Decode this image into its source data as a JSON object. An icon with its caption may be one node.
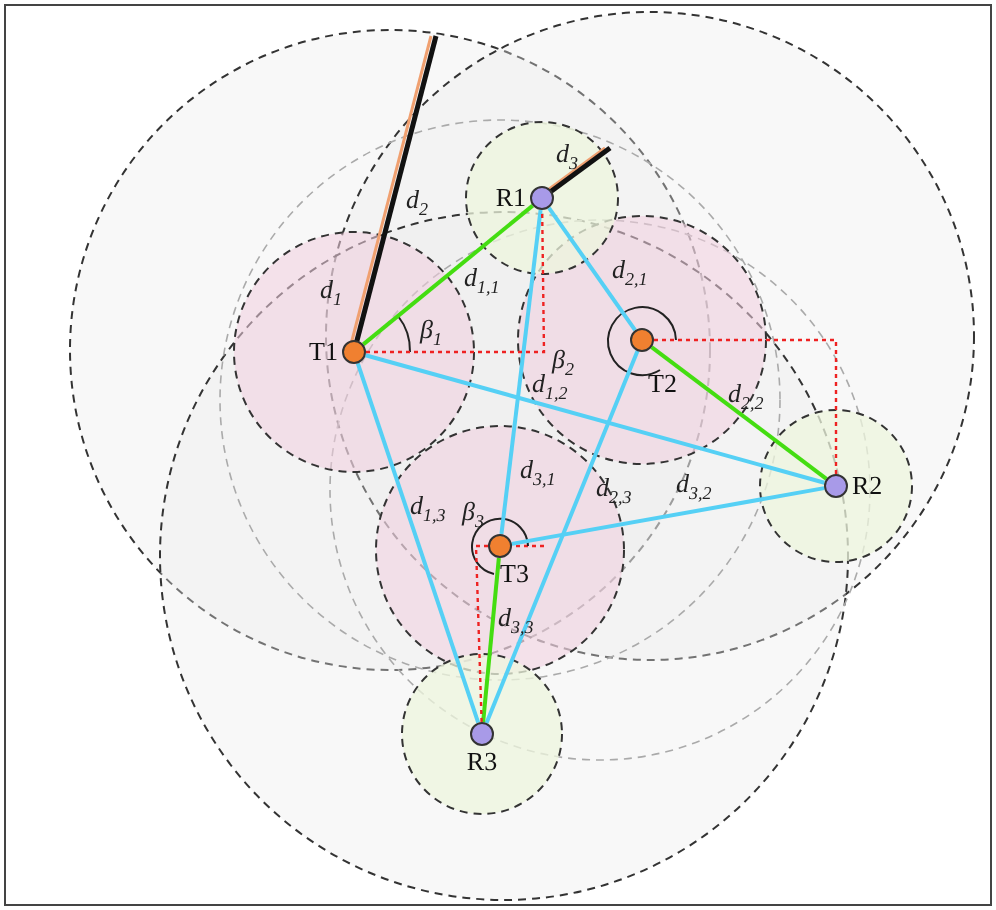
{
  "diagram": {
    "nodes": [
      {
        "text": [
          "T1"
        ],
        "beside": [
          "*d*$_{1}$"
        ]
      },
      {
        "text": [
          "T2"
        ],
        "beside": [
          "*β*$_{2}$"
        ]
      },
      {
        "text": [
          "T3"
        ],
        "beside": [
          "*β*$_{3}$"
        ]
      },
      {
        "text": [
          "R1"
        ],
        "beside": [
          "*d*$_{3}$"
        ]
      },
      {
        "text": [
          "R2"
        ]
      },
      {
        "text": [
          "R3"
        ]
      }
    ],
    "edges": [
      {
        "from": 0,
        "to": 3,
        "arrow": "none",
        "label": "*d*$_{1,1}$",
        "color": "#44dd11"
      },
      {
        "from": 1,
        "to": 3,
        "arrow": "none",
        "label": "*d*$_{2,1}$"
      },
      {
        "from": 2,
        "to": 3,
        "arrow": "none",
        "label": "*d*$_{3,1}$"
      },
      {
        "from": 0,
        "to": 4,
        "arrow": "none",
        "label": "*d*$_{1,2}$"
      },
      {
        "from": 1,
        "to": 4,
        "arrow": "none",
        "label": "*d*$_{2,2}$",
        "color": "#44dd11"
      },
      {
        "from": 2,
        "to": 4,
        "arrow": "none",
        "label": "*d*$_{3,2}$"
      },
      {
        "from": 0,
        "to": 5,
        "arrow": "none",
        "label": "*d*$_{1,3}$"
      },
      {
        "from": 1,
        "to": 5,
        "arrow": "none",
        "label": "*d*$_{2,3}$"
      },
      {
        "from": 2,
        "to": 5,
        "arrow": "none",
        "label": "*d*$_{3,3}$",
        "color": "#44dd11"
      },
      {
        "from": 0,
        "to": 3,
        "arrow": "none",
        "style": "dashed",
        "color": "#ee2222"
      },
      {
        "from": 1,
        "to": 4,
        "arrow": "none",
        "style": "dashed",
        "color": "#ee2222"
      },
      {
        "from": 2,
        "to": 5,
        "arrow": "none",
        "style": "dashed",
        "color": "#ee2222"
      }
    ],
    "labels": [
      "*d*$_{2}$",
      "*β*$_{1}$"
    ]
  }
}
